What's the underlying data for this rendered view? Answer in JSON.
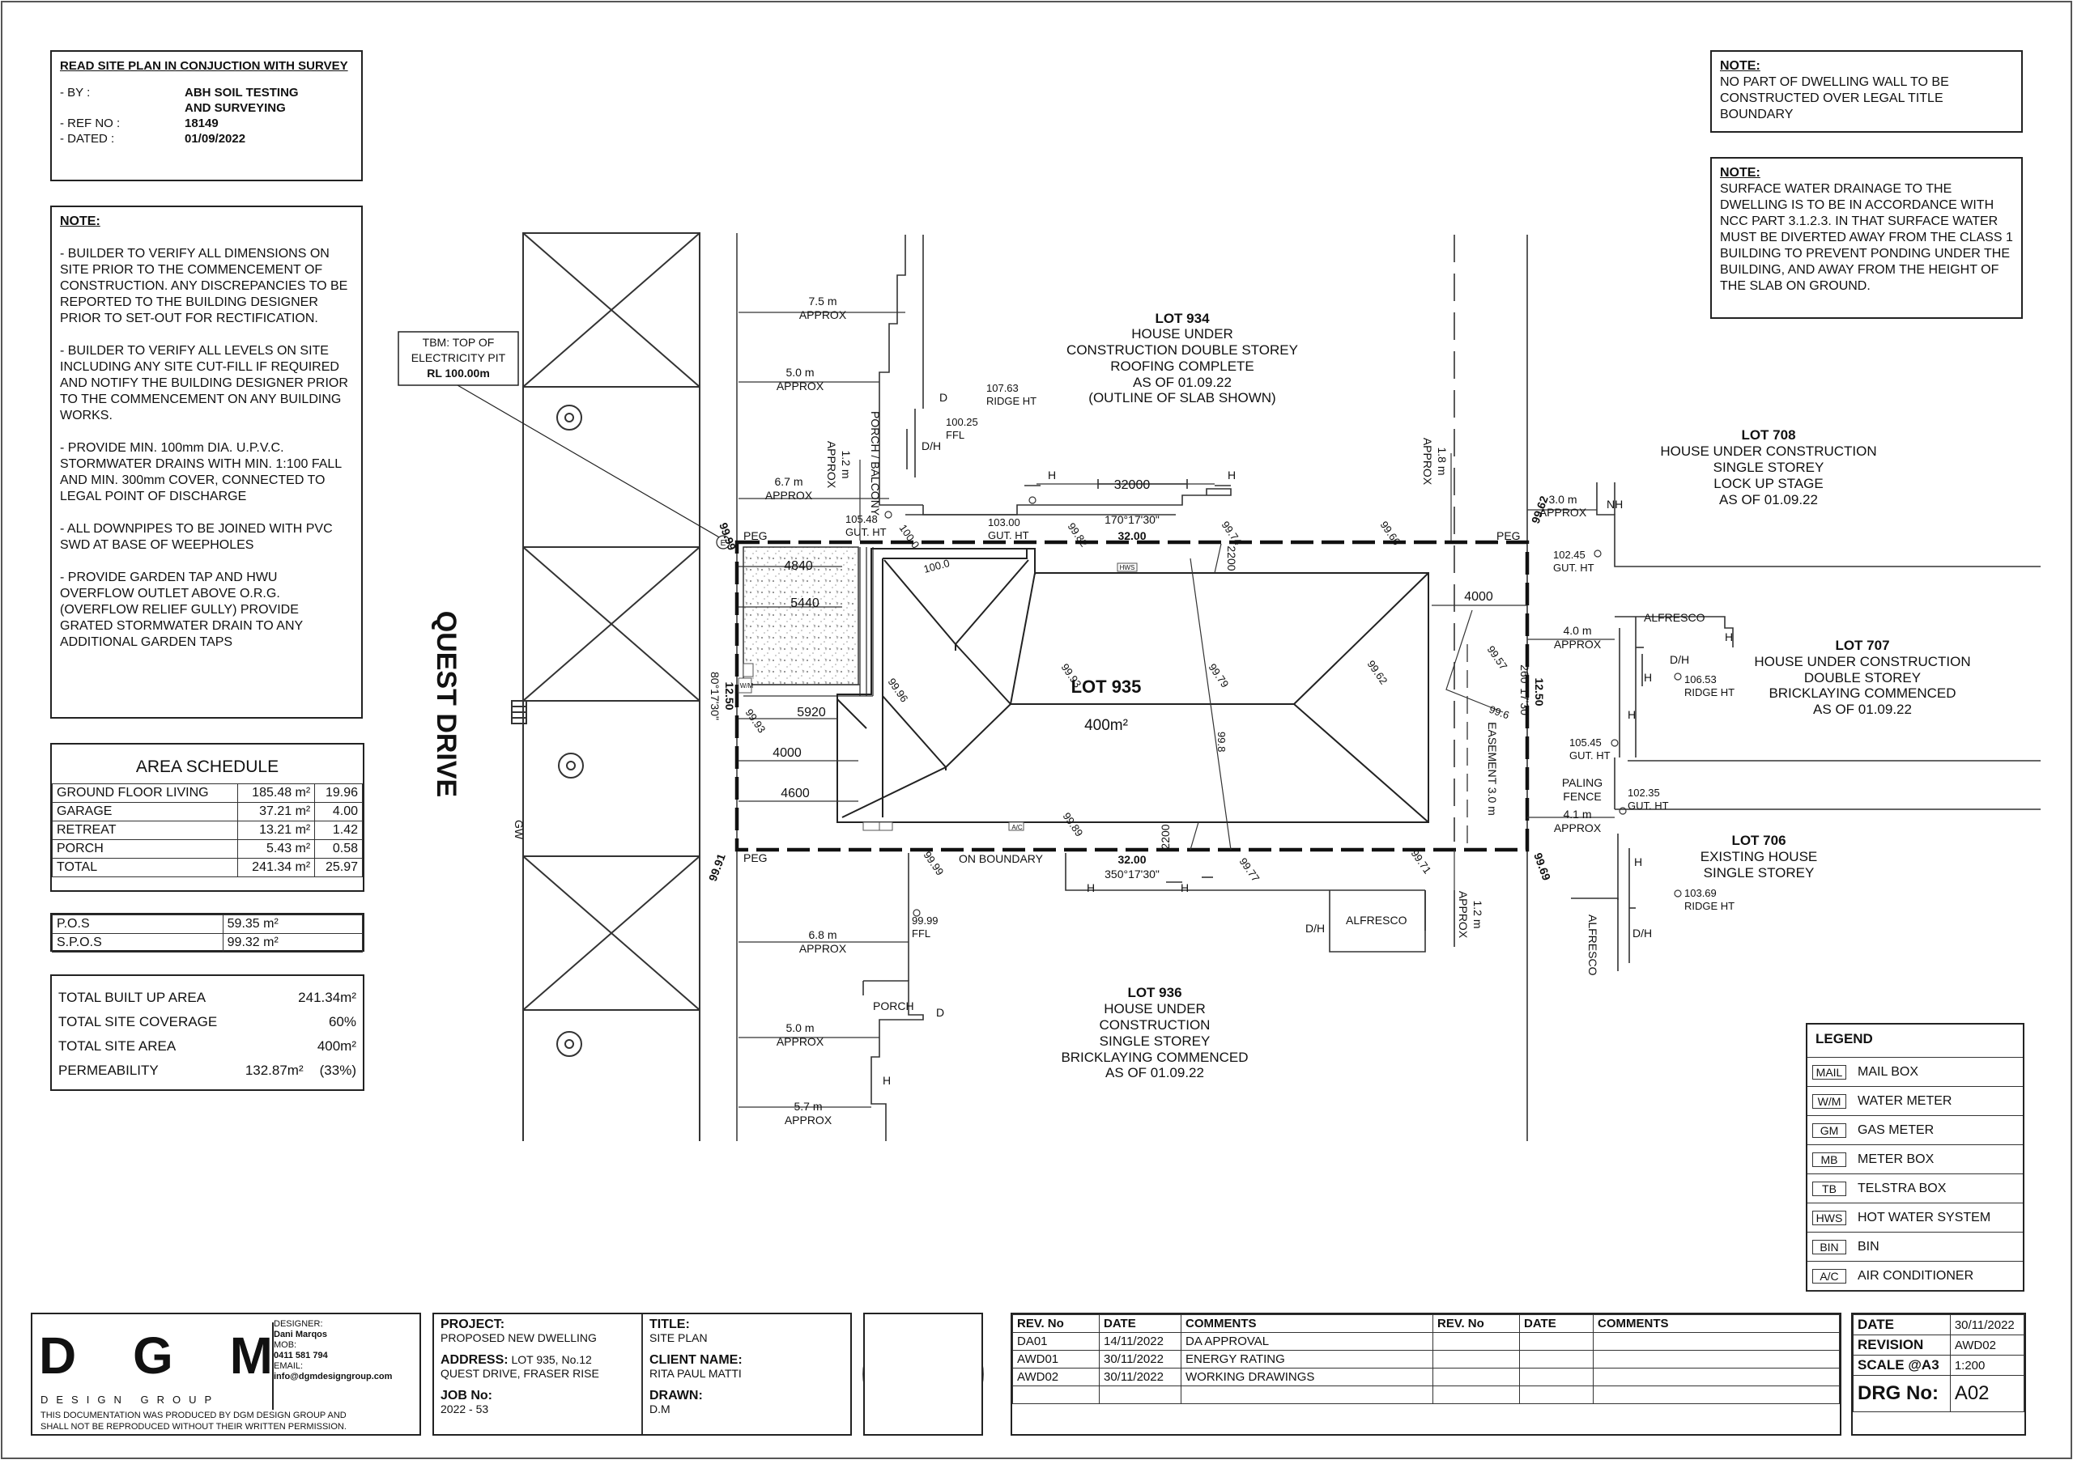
{
  "survey_box": {
    "heading": "READ SITE PLAN IN CONJUCTION WITH SURVEY",
    "by_label": "- BY :",
    "by_value_1": "ABH SOIL TESTING",
    "by_value_2": "AND SURVEYING",
    "ref_label": "- REF NO :",
    "ref_value": "18149",
    "dated_label": "- DATED :",
    "dated_value": "01/09/2022"
  },
  "left_note": {
    "heading": "NOTE:",
    "items": [
      "- BUILDER TO VERIFY ALL DIMENSIONS ON SITE PRIOR TO THE COMMENCEMENT OF CONSTRUCTION. ANY DISCREPANCIES TO BE REPORTED TO THE BUILDING DESIGNER PRIOR TO SET-OUT FOR RECTIFICATION.",
      "- BUILDER TO VERIFY ALL LEVELS ON SITE INCLUDING ANY SITE CUT-FILL IF REQUIRED AND NOTIFY THE BUILDING DESIGNER PRIOR TO THE COMMENCEMENT ON ANY BUILDING WORKS.",
      "- PROVIDE MIN. 100mm DIA. U.P.V.C. STORMWATER DRAINS WITH MIN. 1:100 FALL AND MIN. 300mm COVER, CONNECTED TO LEGAL POINT OF DISCHARGE",
      "- ALL DOWNPIPES TO BE JOINED WITH PVC SWD AT BASE OF WEEPHOLES",
      "- PROVIDE GARDEN TAP AND HWU OVERFLOW OUTLET ABOVE O.R.G. (OVERFLOW RELIEF GULLY) PROVIDE GRATED STORMWATER DRAIN TO ANY ADDITIONAL GARDEN TAPS"
    ]
  },
  "area_schedule": {
    "title": "AREA SCHEDULE",
    "rows": [
      {
        "name": "GROUND FLOOR LIVING",
        "area": "185.48 m²",
        "sq": "19.96"
      },
      {
        "name": "GARAGE",
        "area": "37.21 m²",
        "sq": "4.00"
      },
      {
        "name": "RETREAT",
        "area": "13.21 m²",
        "sq": "1.42"
      },
      {
        "name": "PORCH",
        "area": "5.43 m²",
        "sq": "0.58"
      },
      {
        "name": "TOTAL",
        "area": "241.34 m²",
        "sq": "25.97"
      }
    ]
  },
  "pos_table": {
    "rows": [
      {
        "name": "P.O.S",
        "value": "59.35 m²"
      },
      {
        "name": "S.P.O.S",
        "value": "99.32 m²"
      }
    ]
  },
  "totals": {
    "rows": [
      {
        "name": "TOTAL BUILT UP AREA",
        "value": "241.34m²",
        "extra": ""
      },
      {
        "name": "TOTAL SITE COVERAGE",
        "value": "60%",
        "extra": ""
      },
      {
        "name": "TOTAL SITE AREA",
        "value": "400m²",
        "extra": ""
      },
      {
        "name": "PERMEABILITY",
        "value": "132.87m²",
        "extra": "(33%)"
      }
    ]
  },
  "top_note": {
    "heading": "NOTE:",
    "text": "NO PART OF DWELLING WALL TO BE CONSTRUCTED OVER LEGAL TITLE BOUNDARY"
  },
  "drainage_note": {
    "heading": "NOTE:",
    "text": "SURFACE WATER DRAINAGE TO THE DWELLING IS TO BE IN ACCORDANCE WITH NCC PART 3.1.2.3. IN THAT SURFACE WATER MUST BE DIVERTED AWAY FROM THE CLASS 1 BUILDING TO PREVENT PONDING UNDER THE BUILDING, AND AWAY FROM THE HEIGHT OF THE SLAB ON GROUND."
  },
  "legend": {
    "title": "LEGEND",
    "items": [
      {
        "code": "MAIL",
        "label": "MAIL BOX"
      },
      {
        "code": "W/M",
        "label": "WATER METER"
      },
      {
        "code": "GM",
        "label": "GAS METER"
      },
      {
        "code": "MB",
        "label": "METER BOX"
      },
      {
        "code": "TB",
        "label": "TELSTRA BOX"
      },
      {
        "code": "HWS",
        "label": "HOT WATER SYSTEM"
      },
      {
        "code": "BIN",
        "label": "BIN"
      },
      {
        "code": "A/C",
        "label": "AIR CONDITIONER"
      }
    ]
  },
  "plan": {
    "street": "QUEST DRIVE",
    "gw": "GW",
    "tbm": [
      "TBM: TOP OF",
      "ELECTRICITY PIT",
      "RL 100.00m"
    ],
    "lot_934": [
      "LOT 934",
      "HOUSE UNDER",
      "CONSTRUCTION DOUBLE STOREY",
      "ROOFING COMPLETE",
      "AS OF 01.09.22",
      "(OUTLINE OF SLAB SHOWN)"
    ],
    "lot_708": [
      "LOT 708",
      "HOUSE UNDER CONSTRUCTION",
      "SINGLE STOREY",
      "LOCK UP STAGE",
      "AS OF 01.09.22"
    ],
    "lot_707": [
      "LOT 707",
      "HOUSE UNDER CONSTRUCTION",
      "DOUBLE STOREY",
      "BRICKLAYING COMMENCED",
      "AS OF 01.09.22"
    ],
    "lot_706": [
      "LOT 706",
      "EXISTING HOUSE",
      "SINGLE STOREY"
    ],
    "lot_936": [
      "LOT 936",
      "HOUSE UNDER",
      "CONSTRUCTION",
      "SINGLE STOREY",
      "BRICKLAYING COMMENCED",
      "AS OF 01.09.22"
    ],
    "lot_935": "LOT 935",
    "lot_935_area": "400m²",
    "easement": "EASEMENT 3.0 m",
    "on_boundary": "ON BOUNDARY",
    "peg": "PEG",
    "approx": "APPROX",
    "alfresco": "ALFRESCO",
    "porch": "PORCH",
    "porch_balcony": "PORCH / BALCONY",
    "paling_fence": [
      "PALING",
      "FENCE"
    ],
    "top_boundary": [
      "32.00",
      "170°17'30\""
    ],
    "bottom_boundary": [
      "32.00",
      "350°17'30\""
    ],
    "left_boundary": [
      "12.50",
      "80°17'30\""
    ],
    "right_boundary": [
      "12.50",
      "260°17'30\""
    ],
    "setbacks": {
      "s1": "7.5 m",
      "s2": "5.0 m",
      "s3": "6.7 m",
      "s4": "1.2 m",
      "s5": "1.8 m",
      "s6": "3.0 m",
      "s7": "4.0 m",
      "s8": "4.1 m",
      "s9": "6.8 m",
      "s10": "5.0 m",
      "s11": "5.7 m",
      "s12": "1.2 m"
    },
    "dims": {
      "d1": "4840",
      "d2": "5440",
      "d3": "5920",
      "d4": "4000",
      "d5": "4600",
      "d6": "4000",
      "d7": "32000",
      "d8": "2200",
      "d9": "2200"
    },
    "levels": {
      "l1": "99.99",
      "l2": "99.62",
      "l3": "99.91",
      "l4": "99.69",
      "l5": "105.48",
      "l6": "GUT. HT",
      "l7": "103.00",
      "l8": "107.63",
      "l9": "RIDGE HT",
      "l10": "100.25",
      "l11": "FFL",
      "l12": "102.45",
      "l13": "106.53",
      "l14": "105.45",
      "l15": "102.35",
      "l16": "103.69",
      "l17": "99.99",
      "l18": "100.0",
      "l19": "100.0",
      "l20": "99.82",
      "l21": "99.74",
      "l22": "99.66",
      "l23": "99.93",
      "l24": "99.79",
      "l25": "99.62",
      "l26": "99.57",
      "l27": "99.6",
      "l28": "99.96",
      "l29": "99.93",
      "l30": "99.89",
      "l31": "99.99",
      "l32": "99.77",
      "l33": "99.71",
      "l34": "99.8"
    },
    "labels": {
      "h": "H",
      "d": "D",
      "dh": "D/H",
      "nh": "NH",
      "hws": "HWS",
      "ac": "A/C",
      "wm": "W/M"
    }
  },
  "title_block": {
    "logo": "D G M",
    "logo_sub": "DESIGN GROUP",
    "disclaimer_1": "THIS DOCUMENTATION WAS PRODUCED BY DGM DESIGN GROUP AND",
    "disclaimer_2": "SHALL NOT BE REPRODUCED WITHOUT THEIR WRITTEN PERMISSION.",
    "designer_label": "DESIGNER:",
    "designer": "Dani Marqos",
    "mob_label": "MOB:",
    "mob": "0411 581 794",
    "email_label": "EMAIL:",
    "email": "info@dgmdesigngroup.com",
    "project_label": "PROJECT:",
    "project": "PROPOSED NEW DWELLING",
    "address_label": "ADDRESS:",
    "address_1": "LOT 935, No.12",
    "address_2": "QUEST DRIVE, FRASER RISE",
    "job_label": "JOB No:",
    "job": "2022 - 53",
    "title_label": "TITLE:",
    "title": "SITE PLAN",
    "client_label": "CLIENT NAME:",
    "client": "RITA PAUL MATTI",
    "drawn_label": "DRAWN:",
    "drawn": "D.M",
    "rev_headers": [
      "REV. No",
      "DATE",
      "COMMENTS",
      "REV. No",
      "DATE",
      "COMMENTS"
    ],
    "revisions": [
      {
        "rev": "DA01",
        "date": "14/11/2022",
        "comment": "DA APPROVAL"
      },
      {
        "rev": "AWD01",
        "date": "30/11/2022",
        "comment": "ENERGY RATING"
      },
      {
        "rev": "AWD02",
        "date": "30/11/2022",
        "comment": "WORKING DRAWINGS"
      }
    ],
    "date_label": "DATE",
    "date": "30/11/2022",
    "revision_label": "REVISION",
    "revision": "AWD02",
    "scale_label": "SCALE @A3",
    "scale": "1:200",
    "drg_label": "DRG No:",
    "drg": "A02"
  }
}
